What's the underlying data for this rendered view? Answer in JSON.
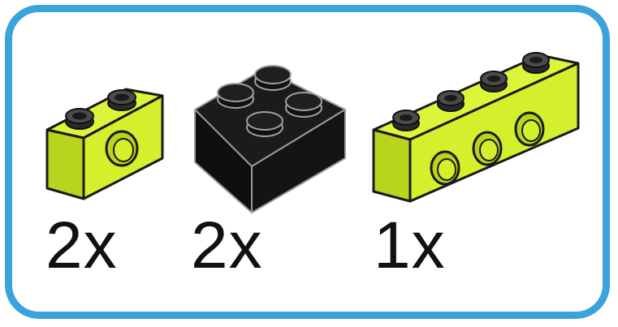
{
  "frame": {
    "border_color": "#3ba3dc"
  },
  "colors": {
    "lime": "#d4f02c",
    "lime_dark": "#b7d41c",
    "black_brick": "#141414",
    "outline": "#1a1a1a"
  },
  "parts": [
    {
      "name": "technic-brick-1x2-with-hole",
      "color": "lime",
      "quantity": "2x"
    },
    {
      "name": "brick-2x2",
      "color": "black",
      "quantity": "2x"
    },
    {
      "name": "technic-brick-1x4-with-holes",
      "color": "lime",
      "quantity": "1x"
    }
  ]
}
